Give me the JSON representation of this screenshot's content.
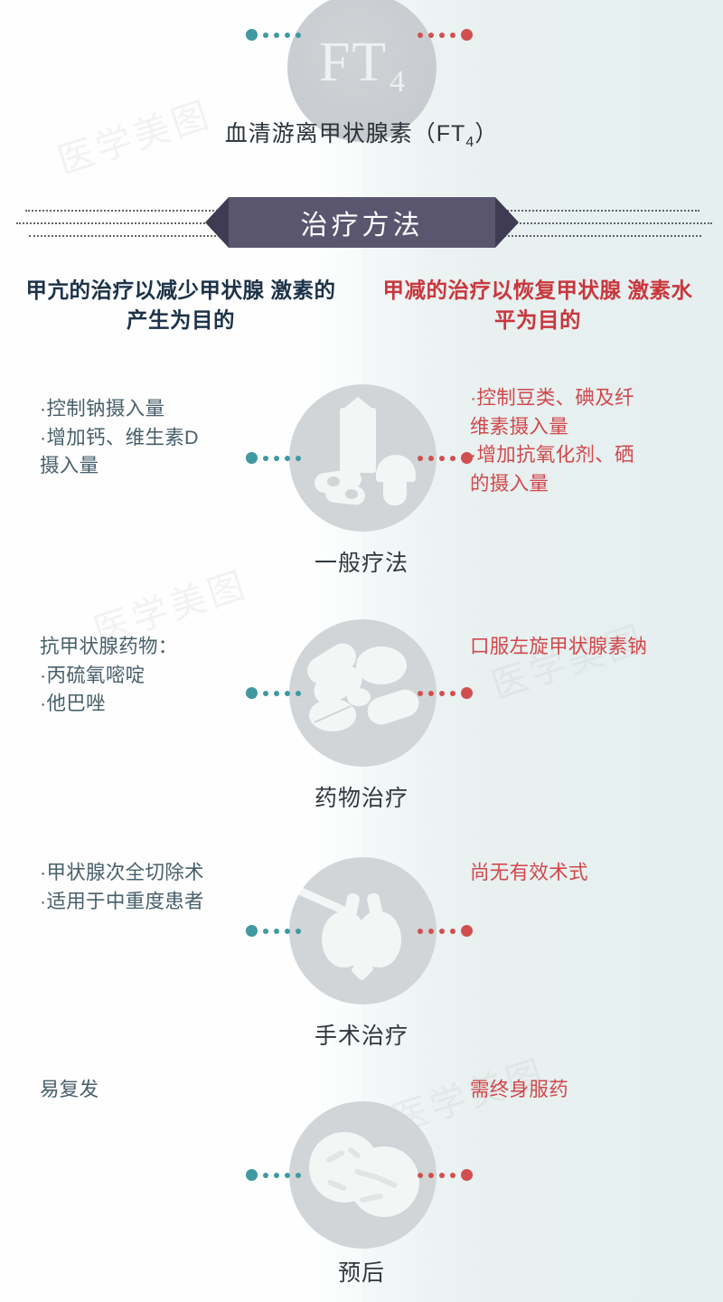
{
  "theme": {
    "teal": "#3f99a0",
    "red": "#d0504f",
    "left_heading_color": "#1d3349",
    "right_heading_color": "#c9373c",
    "ribbon_color": "#5a5670",
    "left_text_color": "#48606b",
    "right_text_color": "#d2484b"
  },
  "top": {
    "circle_label_main": "FT",
    "circle_label_sub": "4",
    "caption_prefix": "血清游离甲状腺素（FT",
    "caption_sub": "4",
    "caption_suffix": "）",
    "caption_full": "血清游离甲状腺素（FT4）"
  },
  "banner": {
    "title": "治疗方法"
  },
  "headings": {
    "left": "甲亢的治疗以减少甲状腺\n激素的产生为目的",
    "right": "甲减的治疗以恢复甲状腺\n激素水平为目的"
  },
  "rows": [
    {
      "label": "一般疗法",
      "icon": "milk-and-food-icon",
      "left_text": "·控制钠摄入量\n·增加钙、维生素D\n摄入量",
      "right_text": "·控制豆类、碘及纤\n维素摄入量\n·增加抗氧化剂、硒\n的摄入量"
    },
    {
      "label": "药物治疗",
      "icon": "pills-icon",
      "left_text": "抗甲状腺药物：\n·丙硫氧嘧啶\n·他巴唑",
      "right_text": "口服左旋甲状腺素钠"
    },
    {
      "label": "手术治疗",
      "icon": "thyroid-surgery-icon",
      "left_text": "·甲状腺次全切除术\n·适用于中重度患者",
      "right_text": "尚无有效术式"
    },
    {
      "label": "预后",
      "icon": "prognosis-cells-icon",
      "left_text": "易复发",
      "right_text": "需终身服药"
    }
  ],
  "watermarks": [
    "医学美图",
    "医学美图",
    "医学美图",
    "医学美图"
  ]
}
